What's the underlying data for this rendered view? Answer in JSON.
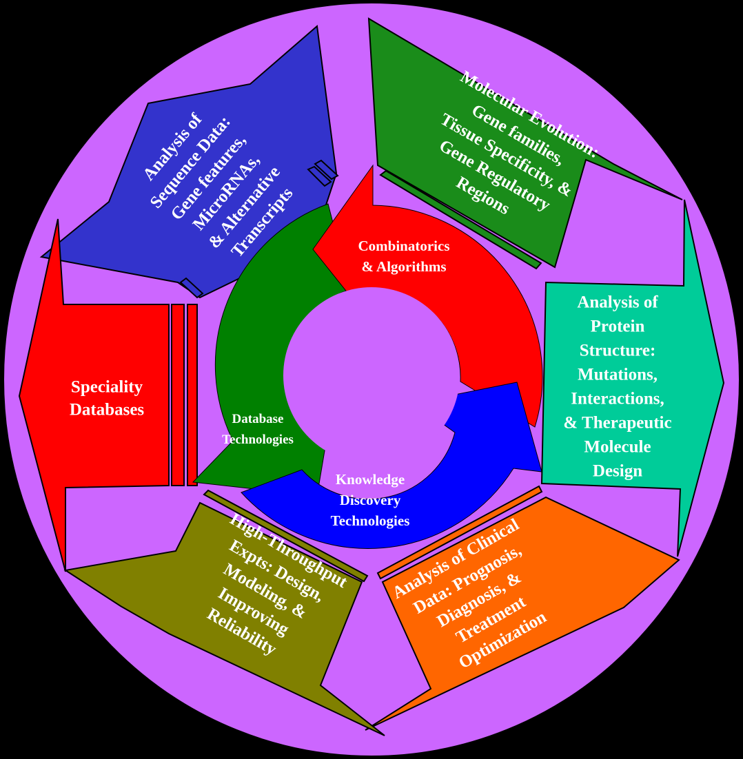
{
  "colors": {
    "background": "#000000",
    "circle": "#cc66ff",
    "sequence": "#3333cc",
    "evolution": "#1a8c1a",
    "protein": "#00cc99",
    "clinical": "#ff6600",
    "highthroughput": "#808000",
    "speciality": "#ff0000",
    "cycle_red": "#ff0000",
    "cycle_blue": "#0000ff",
    "cycle_green": "#008000"
  },
  "outer": {
    "sequence": [
      "Analysis of",
      "Sequence Data:",
      "Gene features,",
      "MicroRNAs,",
      "& Alternative",
      "Transcripts"
    ],
    "evolution": [
      "Molecular Evolution:",
      "Gene families,",
      "Tissue Specificity, &",
      "Gene Regulatory",
      "Regions"
    ],
    "protein": [
      "Analysis of",
      "Protein",
      "Structure:",
      "Mutations,",
      "Interactions,",
      "& Therapeutic",
      "Molecule",
      "Design"
    ],
    "clinical": [
      "Analysis of Clinical",
      "Data: Prognosis,",
      "Diagnosis, &",
      "Treatment",
      "Optimization"
    ],
    "highthroughput": [
      "High-Throughput",
      "Expts: Design,",
      "Modeling, &",
      "Improving",
      "Reliability"
    ],
    "speciality": [
      "Speciality",
      "Databases"
    ]
  },
  "cycle": {
    "combinatorics": [
      "Combinatorics",
      "& Algorithms"
    ],
    "database": [
      "Database",
      "Technologies"
    ],
    "knowledge": [
      "Knowledge",
      "Discovery",
      "Technologies"
    ]
  }
}
